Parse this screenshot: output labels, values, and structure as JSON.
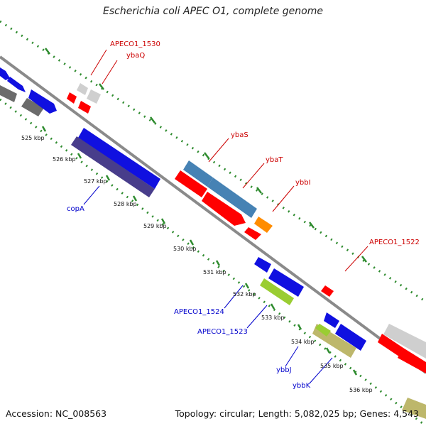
{
  "title": "Escherichia coli APEC O1, complete genome",
  "footer": {
    "accession": "Accession: NC_008563",
    "topology": "Topology: circular; Length: 5,082,025 bp; Genes: 4,543"
  },
  "colors": {
    "forward_label": "#cc0000",
    "reverse_label": "#0000cc",
    "backbone": "#8a8a8a",
    "dots": "#2e8b2e"
  },
  "scale_labels": [
    "525 kbp",
    "526 kbp",
    "527 kbp",
    "528 kbp",
    "529 kbp",
    "530 kbp",
    "531 kbp",
    "532 kbp",
    "533 kbp",
    "534 kbp",
    "535 kbp",
    "536 kbp"
  ],
  "gene_labels": [
    {
      "name": "APECO1_1530",
      "strand": "forward"
    },
    {
      "name": "ybaQ",
      "strand": "forward"
    },
    {
      "name": "ybaS",
      "strand": "forward"
    },
    {
      "name": "ybaT",
      "strand": "forward"
    },
    {
      "name": "ybbI",
      "strand": "forward"
    },
    {
      "name": "APECO1_1522",
      "strand": "forward"
    },
    {
      "name": "copA",
      "strand": "reverse"
    },
    {
      "name": "APECO1_1524",
      "strand": "reverse"
    },
    {
      "name": "APECO1_1523",
      "strand": "reverse"
    },
    {
      "name": "ybbJ",
      "strand": "reverse"
    },
    {
      "name": "ybbK",
      "strand": "reverse"
    }
  ]
}
